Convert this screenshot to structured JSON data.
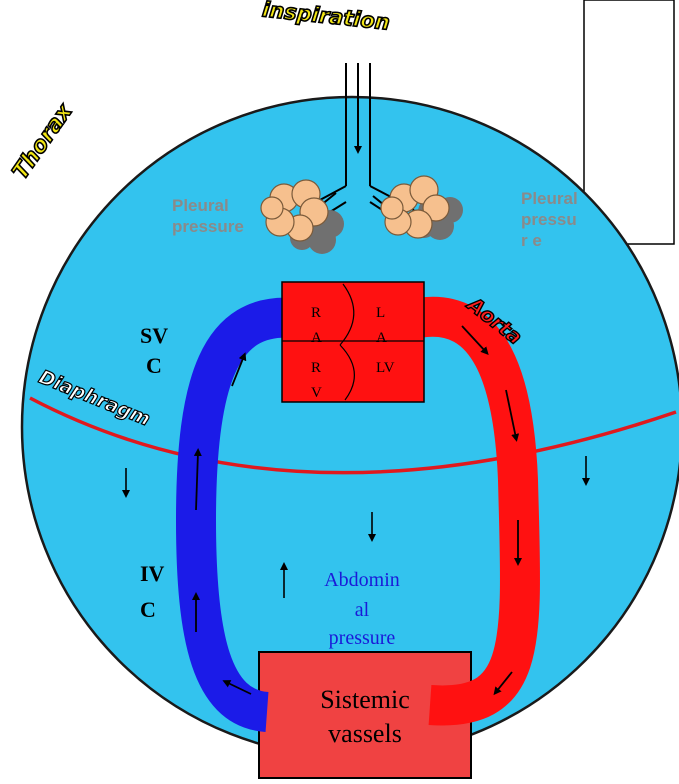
{
  "labels": {
    "inspiration": "inspiration",
    "thorax": "Thorax",
    "pleural_left": "Pleural pressure",
    "pleural_right": "Pleural pressur e",
    "aorta": "Aorta",
    "diaphragm": "Diaphragm",
    "svc_1": "SV",
    "svc_2": "C",
    "ivc_1": "IV",
    "ivc_2": "C",
    "abdominal_1": "Abdomin",
    "abdominal_2": "al",
    "abdominal_3": "pressure",
    "vessels_1": "Sistemic",
    "vessels_2": "vassels"
  },
  "heart": {
    "ra_1": "R",
    "ra_2": "A",
    "la_1": "L",
    "la_2": "A",
    "rv_1": "R",
    "rv_2": "V",
    "lv": "LV"
  },
  "colors": {
    "thorax_fill": "#33c3ee",
    "outline": "#1a1a1a",
    "diaphragm_line": "#e0191e",
    "heart_fill": "#ff1111",
    "aorta_red": "#ff1111",
    "vena_cava_blue": "#1b1be8",
    "lung_fill": "#f6c08e",
    "lung_shadow": "#707070",
    "abdominal_text": "#1a1ad8",
    "wordart_yellow": "#f2e614"
  }
}
